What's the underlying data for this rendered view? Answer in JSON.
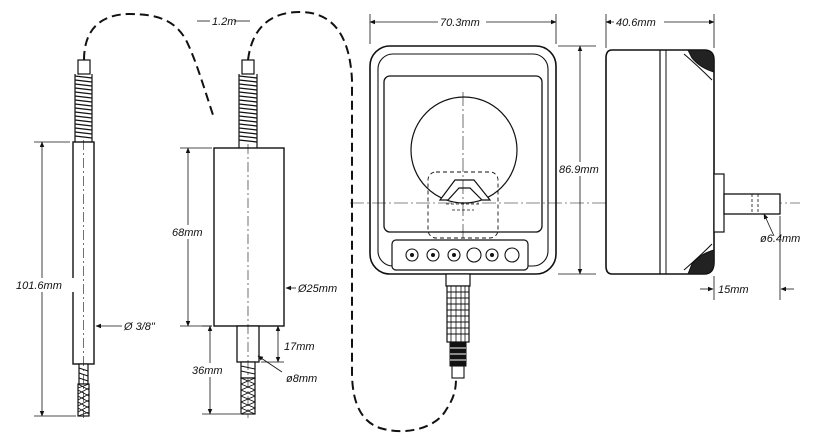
{
  "diagram": {
    "cable_length": "1.2m",
    "probe_thin": {
      "length": "101.6mm",
      "diameter": "Ø 3/8\""
    },
    "probe_thick": {
      "body_length": "68mm",
      "body_diameter": "Ø25mm",
      "tip_length": "36mm",
      "tip_offset": "17mm",
      "tip_diameter": "ø8mm"
    },
    "meter_front": {
      "width": "70.3mm",
      "height": "86.9mm",
      "button_count": 6
    },
    "meter_side": {
      "depth": "40.6mm",
      "shaft_diameter": "ø6.4mm",
      "shaft_length": "15mm"
    }
  }
}
